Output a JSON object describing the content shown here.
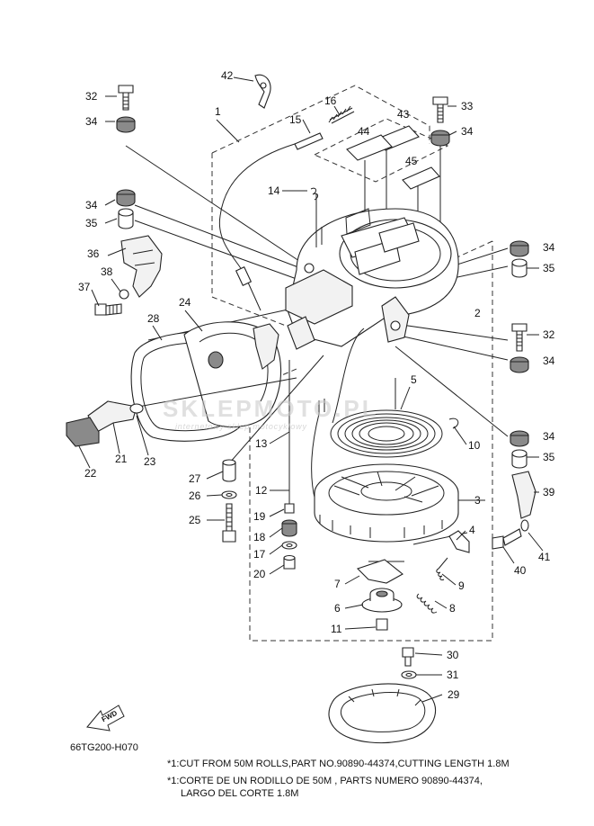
{
  "diagram": {
    "code": "66TG200-H070",
    "fwd_label": "FWD",
    "watermark": {
      "brand": "SKLEPMOTO.PL",
      "tagline": "internetowy sklep motocyklowy"
    },
    "notes": [
      "*1:CUT FROM 50M ROLLS,PART NO.90890-44374,CUTTING LENGTH 1.8M",
      "*1:CORTE DE UN RODILLO DE 50M , PARTS NUMERO 90890-44374,",
      "LARGO DEL CORTE 1.8M"
    ],
    "callouts": {
      "p1": "1",
      "p2": "2",
      "p3": "3",
      "p4": "4",
      "p5": "5",
      "p6": "6",
      "p7": "7",
      "p8": "8",
      "p9": "9",
      "p10": "10",
      "p11": "11",
      "p12": "12",
      "p13": "13",
      "p14": "14",
      "p15": "15",
      "p16": "16",
      "p17": "17",
      "p18": "18",
      "p19": "19",
      "p20": "20",
      "p21": "21",
      "p22": "22",
      "p23": "23",
      "p24": "24",
      "p25": "25",
      "p26": "26",
      "p27": "27",
      "p28": "28",
      "p29": "29",
      "p30": "30",
      "p31": "31",
      "p32": "32",
      "p33": "33",
      "p34": "34",
      "p35": "35",
      "p36": "36",
      "p37": "37",
      "p38": "38",
      "p39": "39",
      "p40": "40",
      "p41": "41",
      "p42": "42",
      "p43": "43",
      "p44": "44",
      "p45": "45"
    }
  }
}
